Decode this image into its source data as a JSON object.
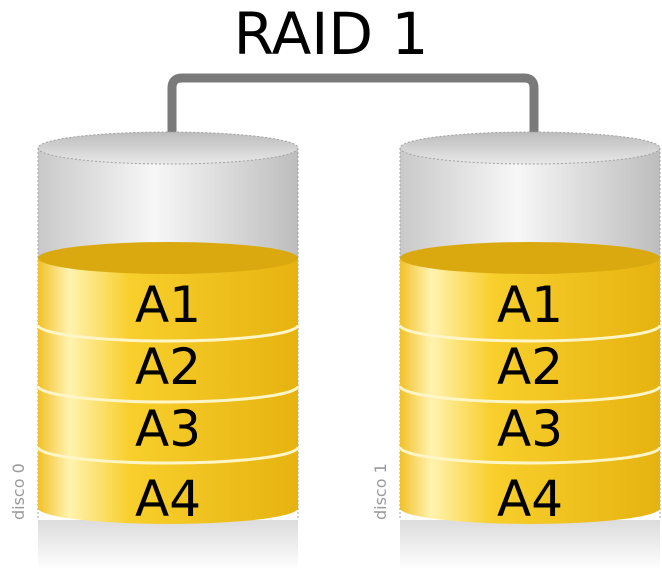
{
  "title": "RAID 1",
  "disks": [
    {
      "label": "disco 0",
      "blocks": [
        "A1",
        "A2",
        "A3",
        "A4"
      ]
    },
    {
      "label": "disco 1",
      "blocks": [
        "A1",
        "A2",
        "A3",
        "A4"
      ]
    }
  ],
  "colors": {
    "block_fill": "#f6c90e",
    "block_top": "#d9a90f",
    "cylinder_shell": "#d9d9d9",
    "connector": "#7a7a7a"
  }
}
